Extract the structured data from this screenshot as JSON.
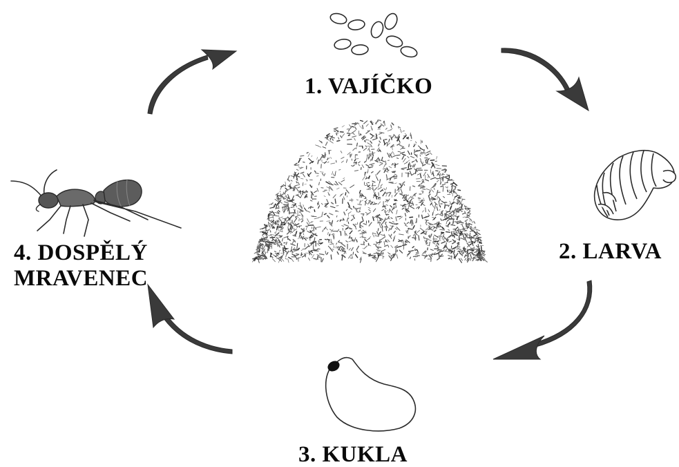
{
  "stages": [
    {
      "id": "egg",
      "label": "1. VAJÍČKO",
      "icon": "eggs-icon"
    },
    {
      "id": "larva",
      "label": "2. LARVA",
      "icon": "larva-icon"
    },
    {
      "id": "pupa",
      "label": "3. KUKLA",
      "icon": "pupa-icon"
    },
    {
      "id": "adult",
      "label_line1": "4. DOSPĚLÝ",
      "label_line2": "MRAVENEC",
      "icon": "ant-icon"
    }
  ],
  "center": {
    "icon": "anthill-icon"
  },
  "arrows": {
    "direction": "clockwise",
    "icon": "cycle-arrow-icon"
  },
  "colors": {
    "ink": "#1a1a1a",
    "background": "#ffffff",
    "pupa_head": "#111111"
  }
}
